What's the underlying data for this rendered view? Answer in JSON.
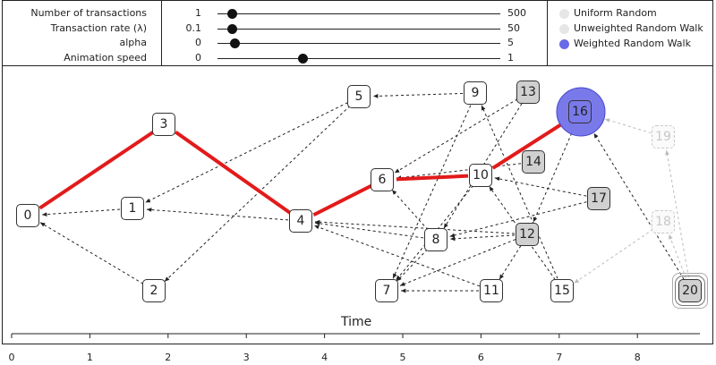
{
  "controls": [
    {
      "label": "Number of transactions",
      "min": "1",
      "max": "500",
      "value": 1,
      "lo": 1,
      "hi": 500
    },
    {
      "label": "Transaction rate (λ)",
      "min": "0.1",
      "max": "50",
      "value": 0.8,
      "lo": 0.1,
      "hi": 50
    },
    {
      "label": "alpha",
      "min": "0",
      "max": "5",
      "value": 0.3,
      "lo": 0,
      "hi": 5
    },
    {
      "label": "Animation speed",
      "min": "0",
      "max": "1",
      "value": 0.3,
      "lo": 0,
      "hi": 1
    }
  ],
  "legend": [
    {
      "label": "Uniform Random",
      "color": "#e6e6e6",
      "selected": false
    },
    {
      "label": "Unweighted Random Walk",
      "color": "#e6e6e6",
      "selected": false
    },
    {
      "label": "Weighted Random Walk",
      "color": "#6a6ae8",
      "selected": true
    }
  ],
  "axis": {
    "label": "Time",
    "ticks": [
      "0",
      "1",
      "2",
      "3",
      "4",
      "5",
      "6",
      "7",
      "8"
    ]
  },
  "nodes": [
    {
      "id": "0",
      "style": "white"
    },
    {
      "id": "1",
      "style": "white"
    },
    {
      "id": "2",
      "style": "white"
    },
    {
      "id": "3",
      "style": "white"
    },
    {
      "id": "4",
      "style": "white"
    },
    {
      "id": "5",
      "style": "white"
    },
    {
      "id": "6",
      "style": "white"
    },
    {
      "id": "7",
      "style": "white"
    },
    {
      "id": "8",
      "style": "white"
    },
    {
      "id": "9",
      "style": "white"
    },
    {
      "id": "10",
      "style": "white"
    },
    {
      "id": "11",
      "style": "white"
    },
    {
      "id": "12",
      "style": "gray"
    },
    {
      "id": "13",
      "style": "gray"
    },
    {
      "id": "14",
      "style": "gray"
    },
    {
      "id": "15",
      "style": "white"
    },
    {
      "id": "16",
      "style": "active"
    },
    {
      "id": "17",
      "style": "gray"
    },
    {
      "id": "18",
      "style": "faded"
    },
    {
      "id": "19",
      "style": "faded"
    },
    {
      "id": "20",
      "style": "double"
    }
  ],
  "edges": [
    [
      "1",
      "0",
      "dash"
    ],
    [
      "2",
      "0",
      "dash"
    ],
    [
      "4",
      "1",
      "dash"
    ],
    [
      "5",
      "1",
      "dash"
    ],
    [
      "5",
      "2",
      "dash"
    ],
    [
      "9",
      "5",
      "dash"
    ],
    [
      "8",
      "4",
      "dash"
    ],
    [
      "12",
      "4",
      "dash"
    ],
    [
      "10",
      "7",
      "dash"
    ],
    [
      "11",
      "7",
      "dash"
    ],
    [
      "8",
      "7",
      "dash"
    ],
    [
      "12",
      "8",
      "dash"
    ],
    [
      "13",
      "8",
      "dash"
    ],
    [
      "8",
      "6",
      "dash"
    ],
    [
      "9",
      "7",
      "dash"
    ],
    [
      "14",
      "6",
      "dash"
    ],
    [
      "17",
      "8",
      "dash"
    ],
    [
      "11",
      "4",
      "dash"
    ],
    [
      "12",
      "11",
      "dash"
    ],
    [
      "15",
      "9",
      "dash"
    ],
    [
      "17",
      "10",
      "dash"
    ],
    [
      "15",
      "10",
      "dash"
    ],
    [
      "16",
      "12",
      "dash"
    ],
    [
      "12",
      "7",
      "dash"
    ],
    [
      "13",
      "6",
      "dash"
    ],
    [
      "20",
      "16",
      "dash"
    ],
    [
      "19",
      "16",
      "faint"
    ],
    [
      "18",
      "15",
      "faint"
    ],
    [
      "20",
      "19",
      "faint"
    ],
    [
      "20",
      "18",
      "faint"
    ],
    [
      "3",
      "0",
      "path"
    ],
    [
      "4",
      "3",
      "path"
    ],
    [
      "6",
      "4",
      "path"
    ],
    [
      "10",
      "6",
      "path"
    ],
    [
      "16",
      "10",
      "path"
    ]
  ]
}
